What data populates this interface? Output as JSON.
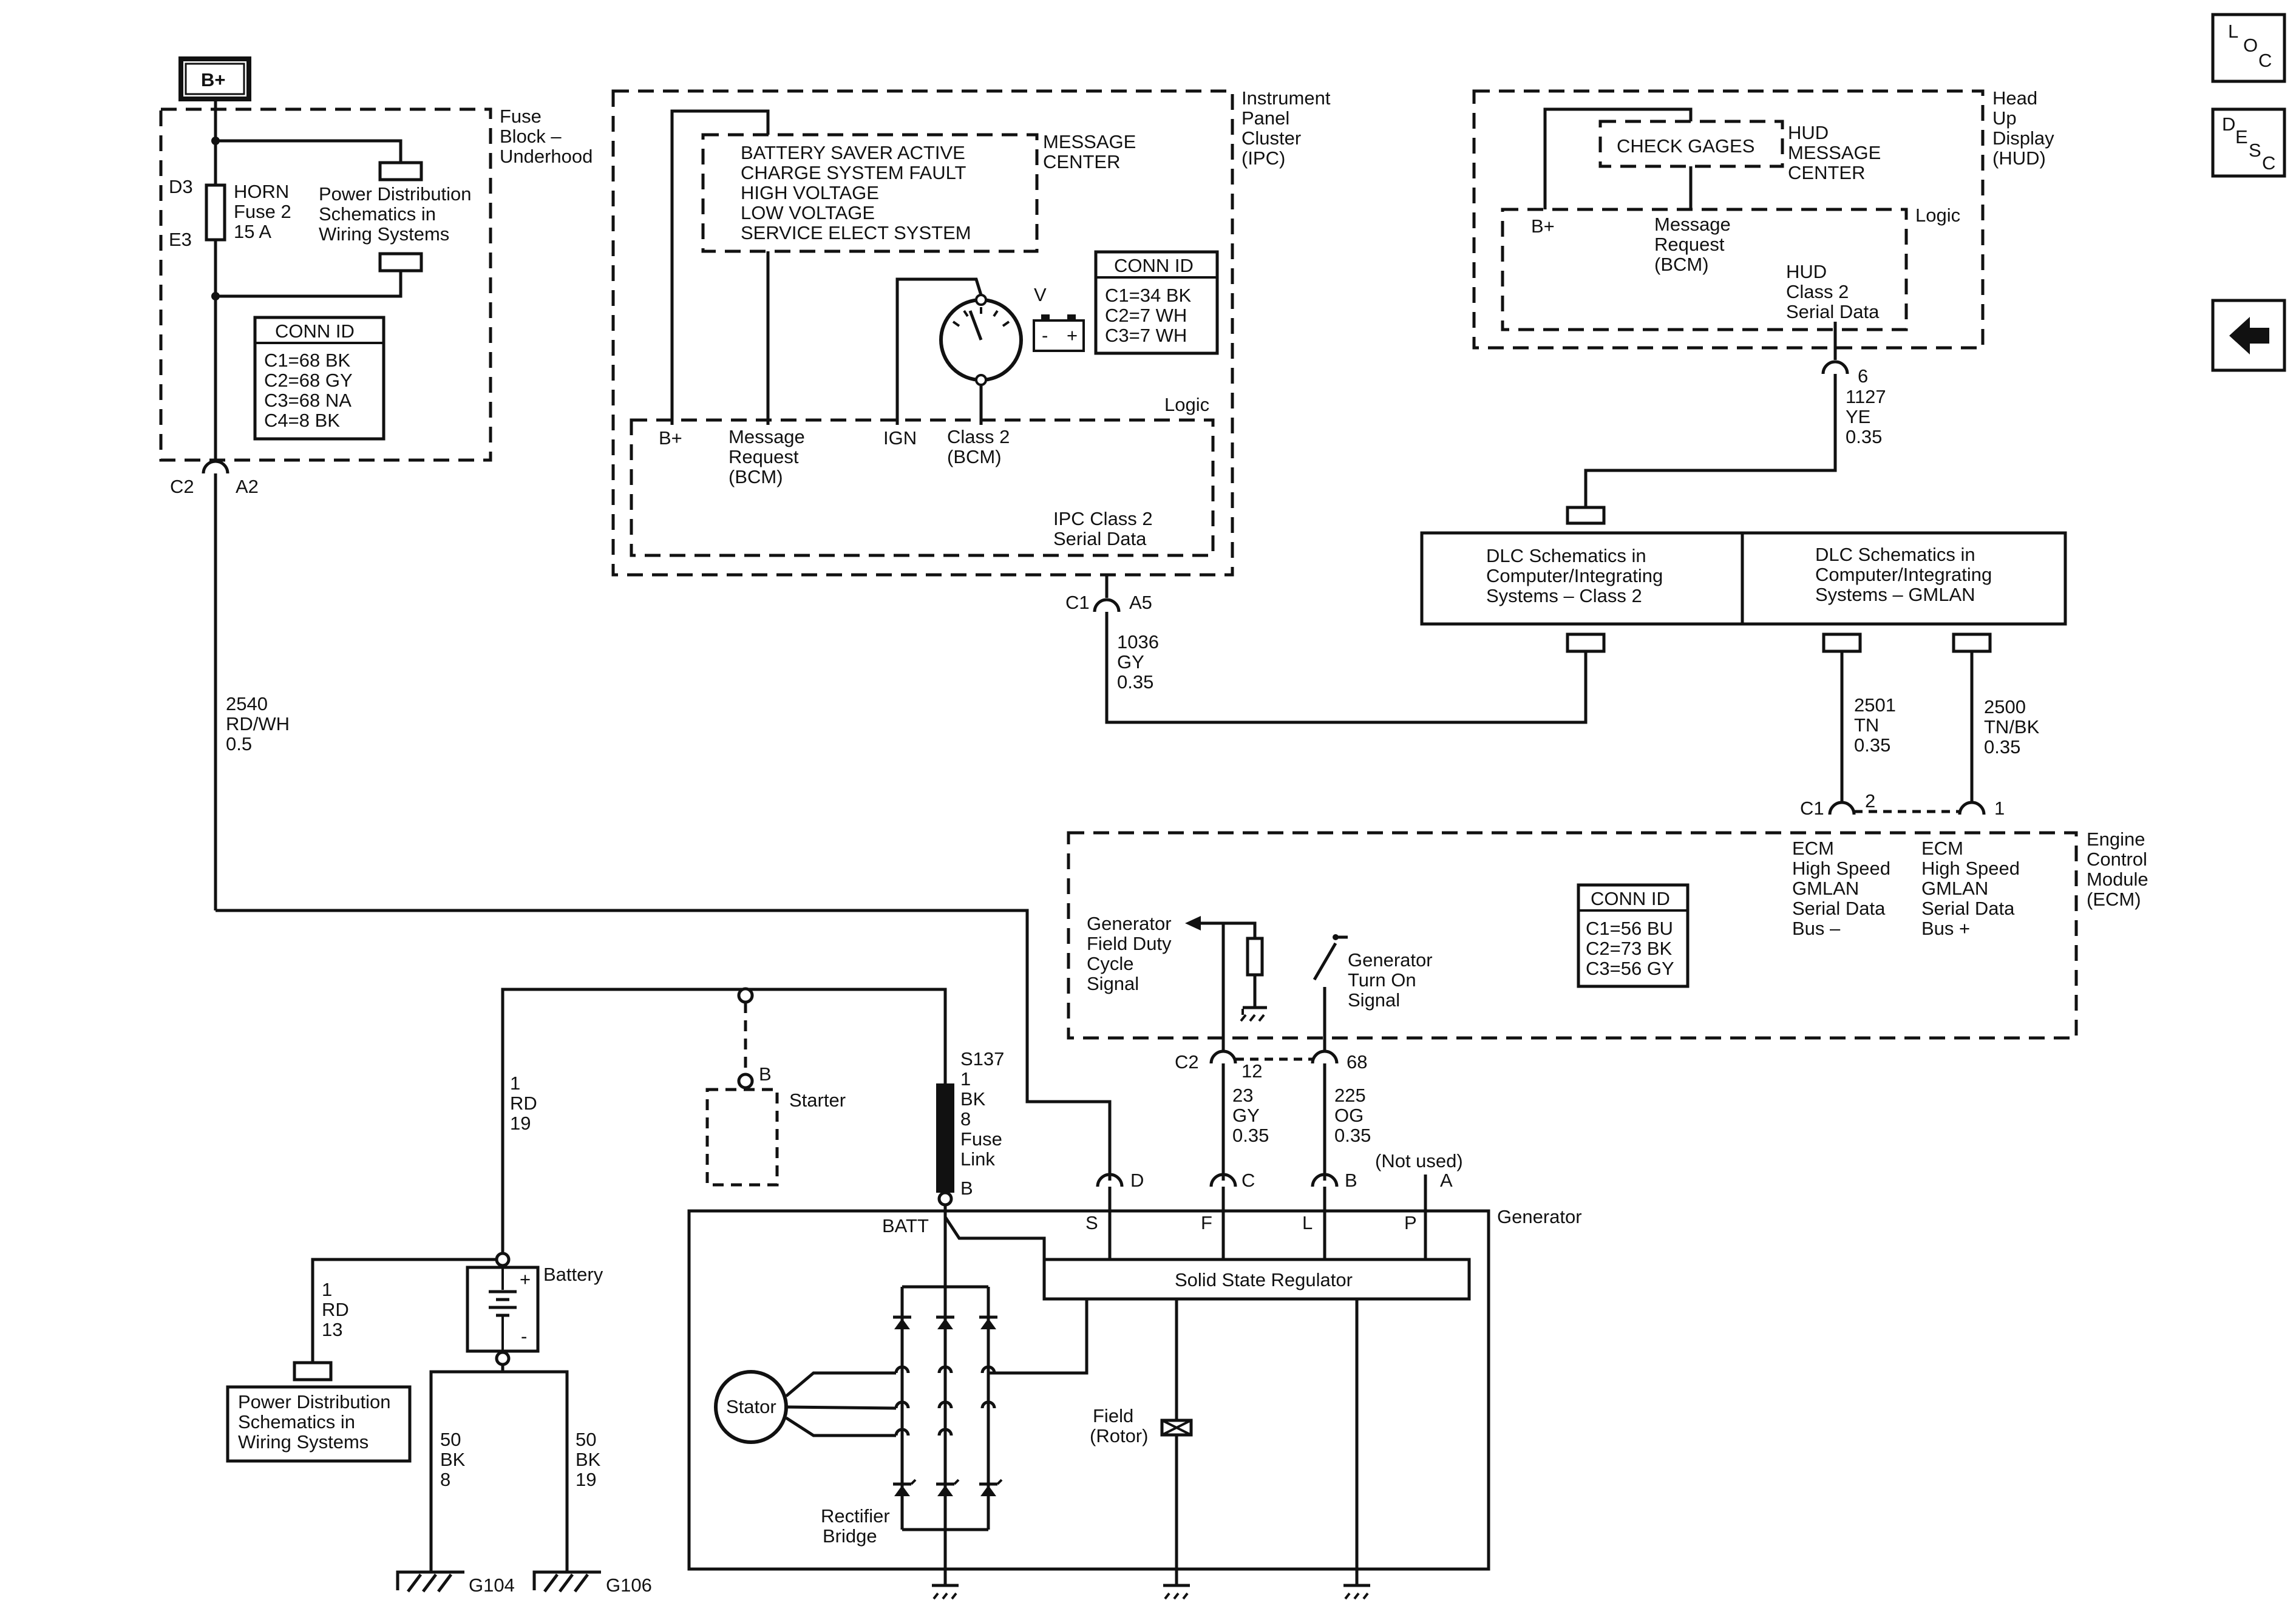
{
  "nav": {
    "loc": [
      "L",
      "O",
      "C"
    ],
    "desc": [
      "D",
      "E",
      "S",
      "C"
    ],
    "back_icon": "left-arrow-icon"
  },
  "power_source": "B+",
  "fuse_block": {
    "title": [
      "Fuse",
      "Block –",
      "Underhood"
    ],
    "fuse_label": [
      "HORN",
      "Fuse 2",
      "15 A"
    ],
    "terminal_top": "D3",
    "terminal_bottom": "E3",
    "pd_ref": [
      "Power Distribution",
      "Schematics in",
      "Wiring Systems"
    ],
    "conn_id": {
      "title": "CONN ID",
      "rows": [
        "C1=68 BK",
        "C2=68 GY",
        "C3=68 NA",
        "C4=8 BK"
      ]
    },
    "connector": {
      "left": "C2",
      "right": "A2"
    }
  },
  "wire_2540": [
    "2540",
    "RD/WH",
    "0.5"
  ],
  "ipc": {
    "title": [
      "Instrument",
      "Panel",
      "Cluster",
      "(IPC)"
    ],
    "messages": [
      "BATTERY SAVER ACTIVE",
      "CHARGE SYSTEM FAULT",
      "HIGH VOLTAGE",
      "LOW VOLTAGE",
      "SERVICE ELECT SYSTEM"
    ],
    "message_center": [
      "MESSAGE",
      "CENTER"
    ],
    "gauge_label": "V",
    "conn_id": {
      "title": "CONN ID",
      "rows": [
        "C1=34 BK",
        "C2=7 WH",
        "C3=7 WH"
      ]
    },
    "logic": "Logic",
    "b_plus": "B+",
    "msg_request": [
      "Message",
      "Request",
      "(BCM)"
    ],
    "ign": "IGN",
    "class2": [
      "Class 2",
      "(BCM)"
    ],
    "serial": [
      "IPC Class 2",
      "Serial Data"
    ],
    "connector": {
      "left": "C1",
      "right": "A5"
    }
  },
  "wire_1036": [
    "1036",
    "GY",
    "0.35"
  ],
  "hud": {
    "title": [
      "Head",
      "Up",
      "Display",
      "(HUD)"
    ],
    "check_gages": "CHECK GAGES",
    "message_center": [
      "HUD",
      "MESSAGE",
      "CENTER"
    ],
    "logic": "Logic",
    "b_plus": "B+",
    "msg_request": [
      "Message",
      "Request",
      "(BCM)"
    ],
    "serial": [
      "HUD",
      "Class 2",
      "Serial Data"
    ],
    "pin": "6"
  },
  "wire_1127": [
    "1127",
    "YE",
    "0.35"
  ],
  "dlc": {
    "class2": [
      "DLC Schematics in",
      "Computer/Integrating",
      "Systems – Class 2"
    ],
    "gmlan": [
      "DLC Schematics in",
      "Computer/Integrating",
      "Systems – GMLAN"
    ]
  },
  "wire_2501": [
    "2501",
    "TN",
    "0.35"
  ],
  "wire_2500": [
    "2500",
    "TN/BK",
    "0.35"
  ],
  "ecm": {
    "title": [
      "Engine",
      "Control",
      "Module",
      "(ECM)"
    ],
    "c1": "C1",
    "pin2": "2",
    "pin1": "1",
    "bus_minus": [
      "ECM",
      "High Speed",
      "GMLAN",
      "Serial Data",
      "Bus –"
    ],
    "bus_plus": [
      "ECM",
      "High Speed",
      "GMLAN",
      "Serial Data",
      "Bus +"
    ],
    "conn_id": {
      "title": "CONN ID",
      "rows": [
        "C1=56 BU",
        "C2=73 BK",
        "C3=56 GY"
      ]
    },
    "field_duty": [
      "Generator",
      "Field Duty",
      "Cycle",
      "Signal"
    ],
    "turn_on": [
      "Generator",
      "Turn On",
      "Signal"
    ],
    "c2": "C2",
    "pin12": "12",
    "pin68": "68"
  },
  "wire_23": [
    "23",
    "GY",
    "0.35"
  ],
  "wire_225": [
    "225",
    "OG",
    "0.35"
  ],
  "wire_1_19": [
    "1",
    "RD",
    "19"
  ],
  "wire_1_13": [
    "1",
    "RD",
    "13"
  ],
  "wire_50_8": [
    "50",
    "BK",
    "8"
  ],
  "wire_50_19": [
    "50",
    "BK",
    "19"
  ],
  "fuse_link": [
    "S137",
    "1",
    "BK",
    "8",
    "Fuse",
    "Link"
  ],
  "starter": {
    "label": "Starter",
    "pin": "B"
  },
  "battery": "Battery",
  "pd_ref2": [
    "Power Distribution",
    "Schematics in",
    "Wiring  Systems"
  ],
  "grounds": [
    "G104",
    "G106"
  ],
  "generator": {
    "title": "Generator",
    "not_used": "(Not used)",
    "pins": [
      "D",
      "C",
      "B",
      "A"
    ],
    "terminals": [
      "S",
      "F",
      "L",
      "P"
    ],
    "batt": "BATT",
    "batt_pin": "B",
    "regulator": "Solid State Regulator",
    "stator": "Stator",
    "field": [
      "Field",
      "(Rotor)"
    ],
    "rectifier": [
      "Rectifier",
      "Bridge"
    ]
  }
}
